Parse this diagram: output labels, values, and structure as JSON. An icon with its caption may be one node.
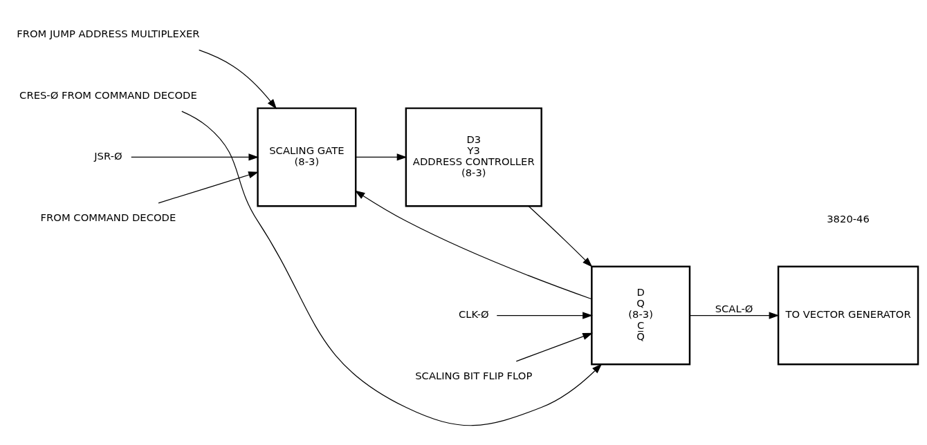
{
  "diagram": {
    "nodes": [
      {
        "text": [
          "FROM JUMP ADDRESS MULTIPLEXER"
        ]
      },
      {
        "text": [
          "JSR-Ø"
        ]
      },
      {
        "text": [
          "FROM COMMAND DECODE"
        ]
      },
      {
        "text": [
          "SCALING GATE",
          "(8-3)"
        ]
      },
      {
        "text": [
          "D3",
          "Y3",
          "ADDRESS CONTROLLER",
          "(8-3)"
        ]
      },
      {
        "text": [
          "CLK-Ø"
        ]
      },
      {
        "text": [
          "SCALING BIT FLIP FLOP"
        ]
      },
      {
        "text": [
          "D",
          "Q",
          "(8-3)",
          "C",
          "Q̅"
        ]
      },
      {
        "text": [
          "CRES-Ø FROM COMMAND DECODE"
        ]
      },
      {
        "text": [
          "TO VECTOR GENERATOR"
        ]
      }
    ],
    "edges": [
      {
        "from": 0,
        "to": 3,
        "arrow": "to"
      },
      {
        "from": 1,
        "to": 3,
        "arrow": "to"
      },
      {
        "from": 2,
        "to": 3,
        "arrow": "to"
      },
      {
        "from": 3,
        "to": 4,
        "arrow": "to"
      },
      {
        "from": 4,
        "to": 7,
        "arrow": "to"
      },
      {
        "from": 5,
        "to": 7,
        "arrow": "to"
      },
      {
        "from": 6,
        "to": 7,
        "arrow": "to"
      },
      {
        "from": 8,
        "to": 7,
        "arrow": "to"
      },
      {
        "from": 7,
        "to": 9,
        "arrow": "to",
        "label": "SCAL-Ø"
      },
      {
        "from": 7,
        "to": 3,
        "arrow": "to"
      }
    ],
    "labels": [
      "3820-46"
    ]
  }
}
